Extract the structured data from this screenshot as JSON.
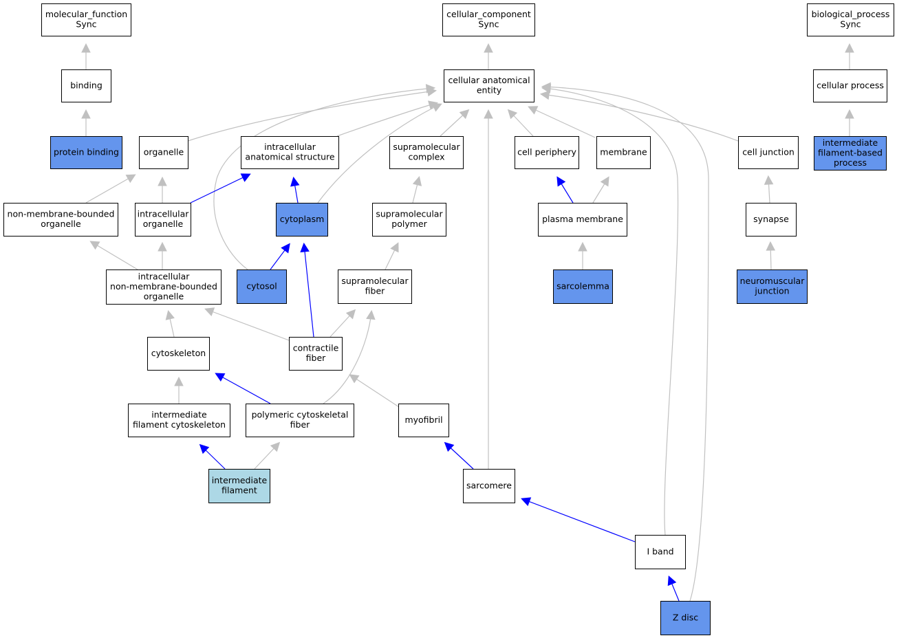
{
  "colors": {
    "default_fill": "#ffffff",
    "highlight_fill": "#6495ed",
    "focus_fill": "#add8e6",
    "is_a_edge": "#c0c0c0",
    "part_of_edge": "#0000ff",
    "border": "#000000"
  },
  "nodes": [
    {
      "id": "molecular_function",
      "lines": [
        "molecular_function",
        "Sync"
      ],
      "style": "default"
    },
    {
      "id": "cellular_component",
      "lines": [
        "cellular_component",
        "Sync"
      ],
      "style": "default"
    },
    {
      "id": "biological_process",
      "lines": [
        "biological_process",
        "Sync"
      ],
      "style": "default"
    },
    {
      "id": "binding",
      "lines": [
        "binding"
      ],
      "style": "default"
    },
    {
      "id": "cellular_anatomical_entity",
      "lines": [
        "cellular anatomical",
        "entity"
      ],
      "style": "default"
    },
    {
      "id": "cellular_process",
      "lines": [
        "cellular process"
      ],
      "style": "default"
    },
    {
      "id": "protein_binding",
      "lines": [
        "protein binding"
      ],
      "style": "highlight"
    },
    {
      "id": "organelle",
      "lines": [
        "organelle"
      ],
      "style": "default"
    },
    {
      "id": "intracellular_anatomical_structure",
      "lines": [
        "intracellular",
        "anatomical structure"
      ],
      "style": "default"
    },
    {
      "id": "supramolecular_complex",
      "lines": [
        "supramolecular",
        "complex"
      ],
      "style": "default"
    },
    {
      "id": "cell_periphery",
      "lines": [
        "cell periphery"
      ],
      "style": "default"
    },
    {
      "id": "membrane",
      "lines": [
        "membrane"
      ],
      "style": "default"
    },
    {
      "id": "cell_junction",
      "lines": [
        "cell junction"
      ],
      "style": "default"
    },
    {
      "id": "intermediate_filament_based_process",
      "lines": [
        "intermediate",
        "filament-based",
        "process"
      ],
      "style": "highlight"
    },
    {
      "id": "non_membrane_bounded_organelle",
      "lines": [
        "non-membrane-bounded",
        "organelle"
      ],
      "style": "default"
    },
    {
      "id": "intracellular_organelle",
      "lines": [
        "intracellular",
        "organelle"
      ],
      "style": "default"
    },
    {
      "id": "cytoplasm",
      "lines": [
        "cytoplasm"
      ],
      "style": "highlight"
    },
    {
      "id": "supramolecular_polymer",
      "lines": [
        "supramolecular",
        "polymer"
      ],
      "style": "default"
    },
    {
      "id": "plasma_membrane",
      "lines": [
        "plasma membrane"
      ],
      "style": "default"
    },
    {
      "id": "synapse",
      "lines": [
        "synapse"
      ],
      "style": "default"
    },
    {
      "id": "intracellular_nmb_organelle",
      "lines": [
        "intracellular",
        "non-membrane-bounded",
        "organelle"
      ],
      "style": "default"
    },
    {
      "id": "cytosol",
      "lines": [
        "cytosol"
      ],
      "style": "highlight"
    },
    {
      "id": "supramolecular_fiber",
      "lines": [
        "supramolecular",
        "fiber"
      ],
      "style": "default"
    },
    {
      "id": "sarcolemma",
      "lines": [
        "sarcolemma"
      ],
      "style": "highlight"
    },
    {
      "id": "neuromuscular_junction",
      "lines": [
        "neuromuscular",
        "junction"
      ],
      "style": "highlight"
    },
    {
      "id": "cytoskeleton",
      "lines": [
        "cytoskeleton"
      ],
      "style": "default"
    },
    {
      "id": "contractile_fiber",
      "lines": [
        "contractile",
        "fiber"
      ],
      "style": "default"
    },
    {
      "id": "intermediate_filament_cytoskeleton",
      "lines": [
        "intermediate",
        "filament cytoskeleton"
      ],
      "style": "default"
    },
    {
      "id": "polymeric_cytoskeletal_fiber",
      "lines": [
        "polymeric cytoskeletal",
        "fiber"
      ],
      "style": "default"
    },
    {
      "id": "myofibril",
      "lines": [
        "myofibril"
      ],
      "style": "default"
    },
    {
      "id": "intermediate_filament",
      "lines": [
        "intermediate",
        "filament"
      ],
      "style": "focus"
    },
    {
      "id": "sarcomere",
      "lines": [
        "sarcomere"
      ],
      "style": "default"
    },
    {
      "id": "i_band",
      "lines": [
        "I band"
      ],
      "style": "default"
    },
    {
      "id": "z_disc",
      "lines": [
        "Z disc"
      ],
      "style": "highlight"
    }
  ],
  "edges": [
    {
      "from": "binding",
      "to": "molecular_function",
      "type": "is_a"
    },
    {
      "from": "protein_binding",
      "to": "binding",
      "type": "is_a"
    },
    {
      "from": "cellular_anatomical_entity",
      "to": "cellular_component",
      "type": "is_a"
    },
    {
      "from": "cellular_process",
      "to": "biological_process",
      "type": "is_a"
    },
    {
      "from": "intermediate_filament_based_process",
      "to": "cellular_process",
      "type": "is_a"
    },
    {
      "from": "organelle",
      "to": "cellular_anatomical_entity",
      "type": "is_a"
    },
    {
      "from": "intracellular_anatomical_structure",
      "to": "cellular_anatomical_entity",
      "type": "is_a"
    },
    {
      "from": "cytoplasm",
      "to": "cellular_anatomical_entity",
      "type": "is_a"
    },
    {
      "from": "cytosol",
      "to": "cellular_anatomical_entity",
      "type": "is_a"
    },
    {
      "from": "supramolecular_complex",
      "to": "cellular_anatomical_entity",
      "type": "is_a"
    },
    {
      "from": "sarcomere",
      "to": "cellular_anatomical_entity",
      "type": "is_a"
    },
    {
      "from": "cell_periphery",
      "to": "cellular_anatomical_entity",
      "type": "is_a"
    },
    {
      "from": "membrane",
      "to": "cellular_anatomical_entity",
      "type": "is_a"
    },
    {
      "from": "cell_junction",
      "to": "cellular_anatomical_entity",
      "type": "is_a"
    },
    {
      "from": "i_band",
      "to": "cellular_anatomical_entity",
      "type": "is_a"
    },
    {
      "from": "z_disc",
      "to": "cellular_anatomical_entity",
      "type": "is_a"
    },
    {
      "from": "non_membrane_bounded_organelle",
      "to": "organelle",
      "type": "is_a"
    },
    {
      "from": "intracellular_organelle",
      "to": "organelle",
      "type": "is_a"
    },
    {
      "from": "intracellular_organelle",
      "to": "intracellular_anatomical_structure",
      "type": "part_of"
    },
    {
      "from": "cytoplasm",
      "to": "intracellular_anatomical_structure",
      "type": "part_of"
    },
    {
      "from": "supramolecular_polymer",
      "to": "supramolecular_complex",
      "type": "is_a"
    },
    {
      "from": "plasma_membrane",
      "to": "cell_periphery",
      "type": "part_of"
    },
    {
      "from": "plasma_membrane",
      "to": "membrane",
      "type": "is_a"
    },
    {
      "from": "synapse",
      "to": "cell_junction",
      "type": "is_a"
    },
    {
      "from": "intracellular_nmb_organelle",
      "to": "non_membrane_bounded_organelle",
      "type": "is_a"
    },
    {
      "from": "intracellular_nmb_organelle",
      "to": "intracellular_organelle",
      "type": "is_a"
    },
    {
      "from": "cytosol",
      "to": "cytoplasm",
      "type": "part_of"
    },
    {
      "from": "contractile_fiber",
      "to": "cytoplasm",
      "type": "part_of"
    },
    {
      "from": "supramolecular_fiber",
      "to": "supramolecular_polymer",
      "type": "is_a"
    },
    {
      "from": "sarcolemma",
      "to": "plasma_membrane",
      "type": "is_a"
    },
    {
      "from": "neuromuscular_junction",
      "to": "synapse",
      "type": "is_a"
    },
    {
      "from": "cytoskeleton",
      "to": "intracellular_nmb_organelle",
      "type": "is_a"
    },
    {
      "from": "contractile_fiber",
      "to": "intracellular_nmb_organelle",
      "type": "is_a"
    },
    {
      "from": "contractile_fiber",
      "to": "supramolecular_fiber",
      "type": "is_a"
    },
    {
      "from": "polymeric_cytoskeletal_fiber",
      "to": "supramolecular_fiber",
      "type": "is_a"
    },
    {
      "from": "intermediate_filament_cytoskeleton",
      "to": "cytoskeleton",
      "type": "is_a"
    },
    {
      "from": "polymeric_cytoskeletal_fiber",
      "to": "cytoskeleton",
      "type": "part_of"
    },
    {
      "from": "myofibril",
      "to": "contractile_fiber",
      "type": "is_a"
    },
    {
      "from": "intermediate_filament",
      "to": "intermediate_filament_cytoskeleton",
      "type": "part_of"
    },
    {
      "from": "intermediate_filament",
      "to": "polymeric_cytoskeletal_fiber",
      "type": "is_a"
    },
    {
      "from": "sarcomere",
      "to": "myofibril",
      "type": "part_of"
    },
    {
      "from": "i_band",
      "to": "sarcomere",
      "type": "part_of"
    },
    {
      "from": "z_disc",
      "to": "i_band",
      "type": "part_of"
    }
  ]
}
